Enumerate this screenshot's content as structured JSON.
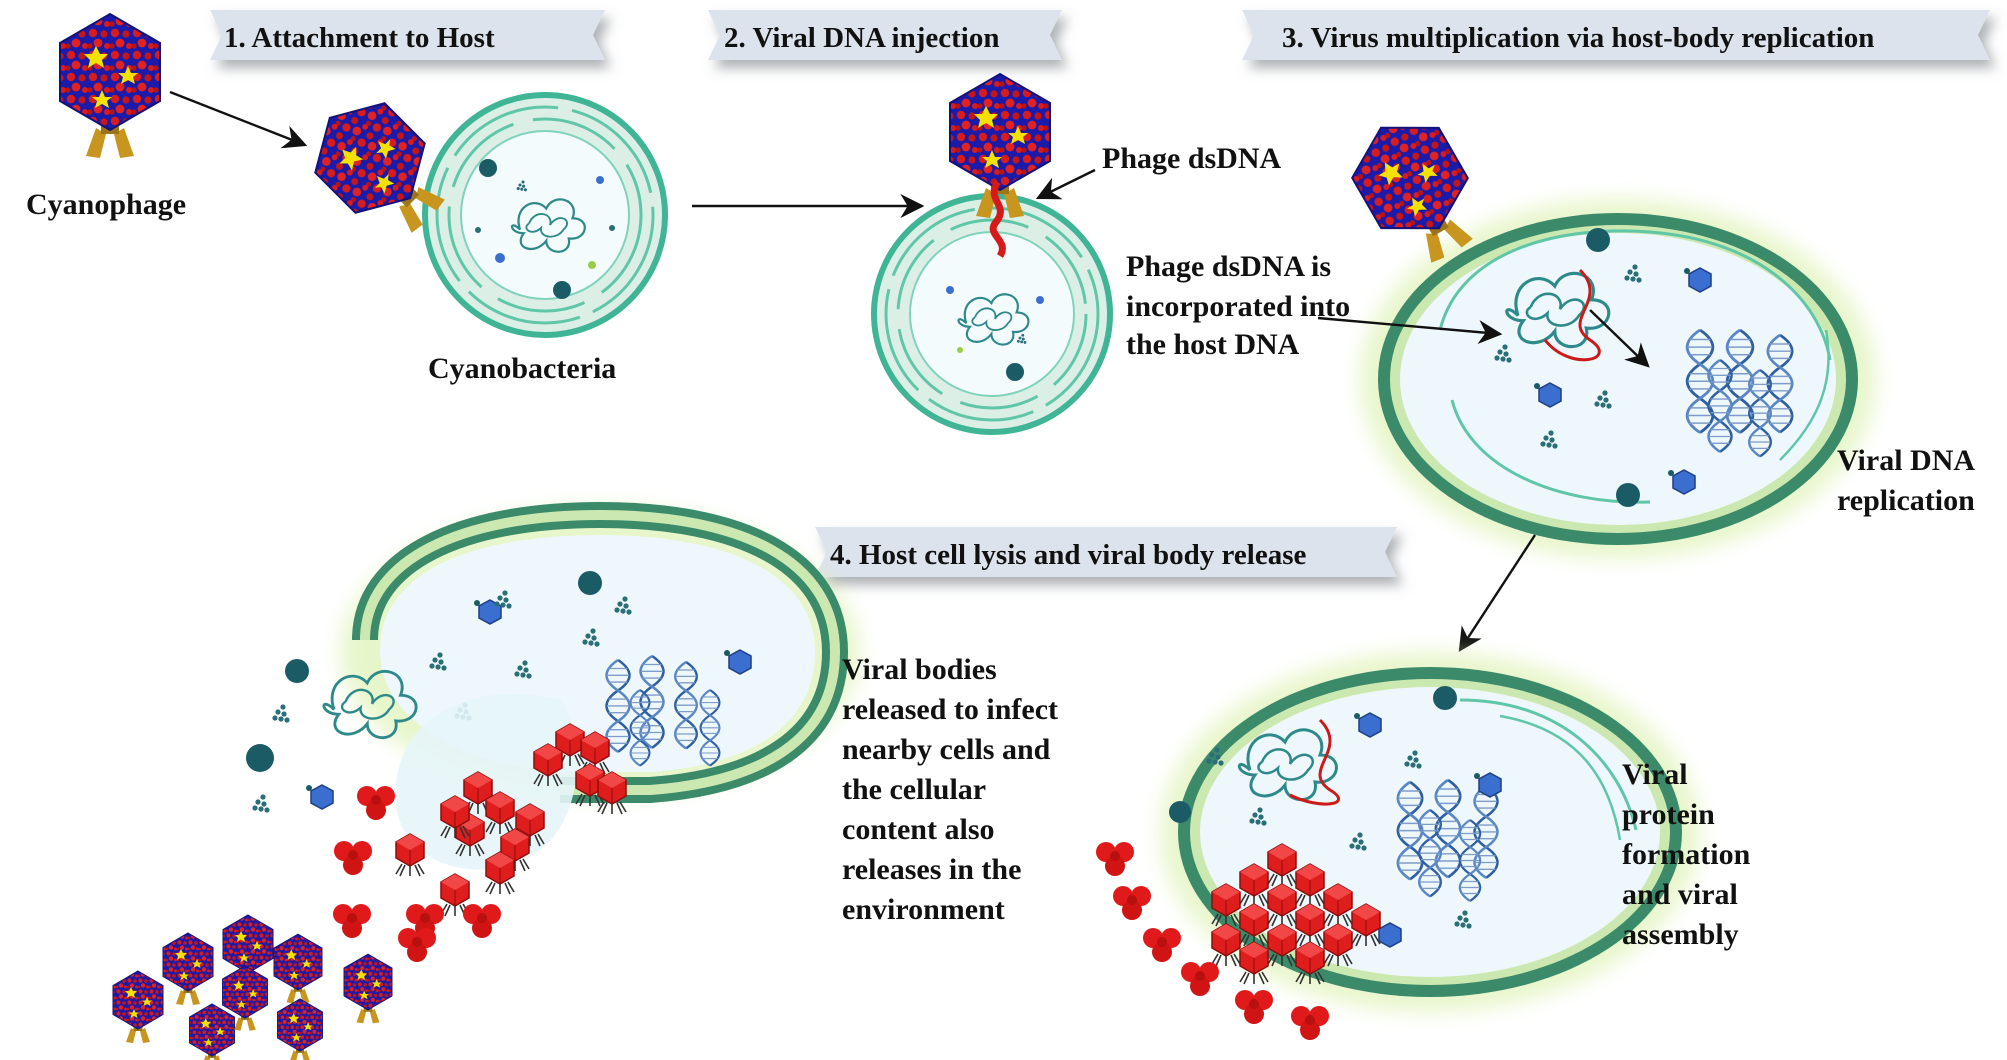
{
  "steps": {
    "step1": "1. Attachment to Host",
    "step2": "2. Viral DNA injection",
    "step3": "3. Virus multiplication via host-body replication",
    "step4": "4. Host cell lysis and viral body release"
  },
  "labels": {
    "cyanophage": "Cyanophage",
    "cyanobacteria": "Cyanobacteria",
    "phage_dsdna": "Phage dsDNA",
    "incorporated": [
      "Phage dsDNA is",
      "incorporated into",
      "the host DNA"
    ],
    "viral_dna_replication": [
      "Viral DNA",
      "replication"
    ],
    "viral_protein": [
      "Viral",
      "protein",
      "formation",
      "and viral",
      "assembly"
    ],
    "viral_bodies": [
      "Viral bodies",
      "released to infect",
      "nearby cells and",
      "the cellular",
      "content also",
      "releases in the",
      "environment"
    ]
  },
  "colors": {
    "capsid": "#1c1aa8",
    "capsid_dots": "#d81b1b",
    "capsid_star": "#f5e200",
    "tail": "#c8951e",
    "cell_ring_outer": "#3b8a6a",
    "cell_ring_inner": "#cbe8b0",
    "cell_fill": "#eef7fb",
    "membrane": "#5fc6a8",
    "dna_host": "#2e8a8a",
    "dna_phage": "#cc1a1a",
    "helix": "#2f5fa0",
    "released_phage": "#e01d1d",
    "banner_fill": "#dde3ec"
  }
}
